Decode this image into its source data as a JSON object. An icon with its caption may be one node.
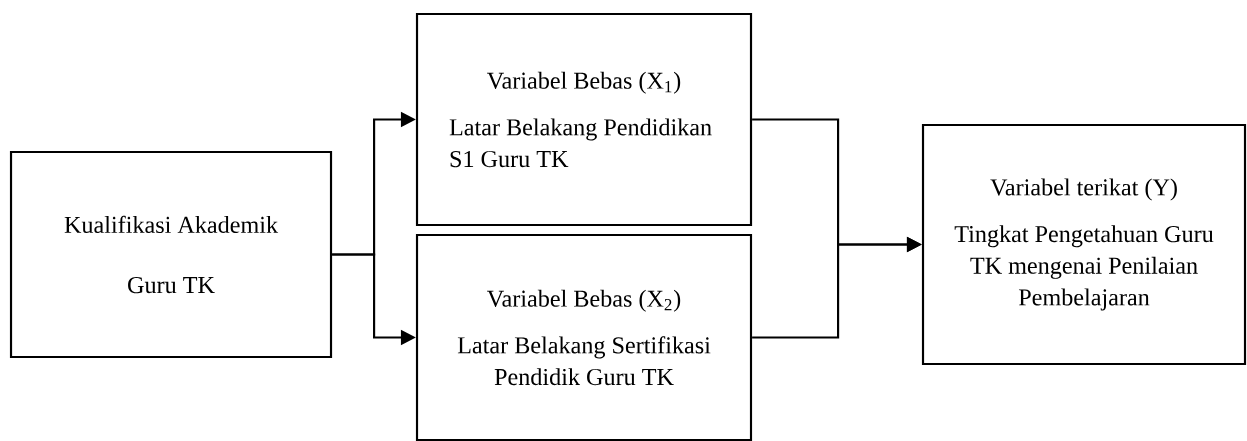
{
  "diagram": {
    "nodes": [
      {
        "text": [
          "Kualifikasi Akademik Guru TK"
        ]
      },
      {
        "text": [
          "Variabel Bebas (X$_{1}$)",
          "Latar Belakang Pendidikan S1 Guru TK"
        ]
      },
      {
        "text": [
          "Variabel Bebas (X$_{2}$)",
          "Latar Belakang Sertifikasi Pendidik Guru TK"
        ]
      },
      {
        "text": [
          "Variabel terikat (Y)",
          "Tingkat Pengetahuan Guru TK mengenai Penilaian Pembelajaran"
        ]
      }
    ],
    "edges": [
      {
        "from": 0,
        "to": 1,
        "arrow": "to"
      },
      {
        "from": 0,
        "to": 2,
        "arrow": "to"
      },
      {
        "from": 1,
        "to": 3,
        "arrow": "to"
      },
      {
        "from": 2,
        "to": 3,
        "arrow": "to"
      }
    ]
  }
}
